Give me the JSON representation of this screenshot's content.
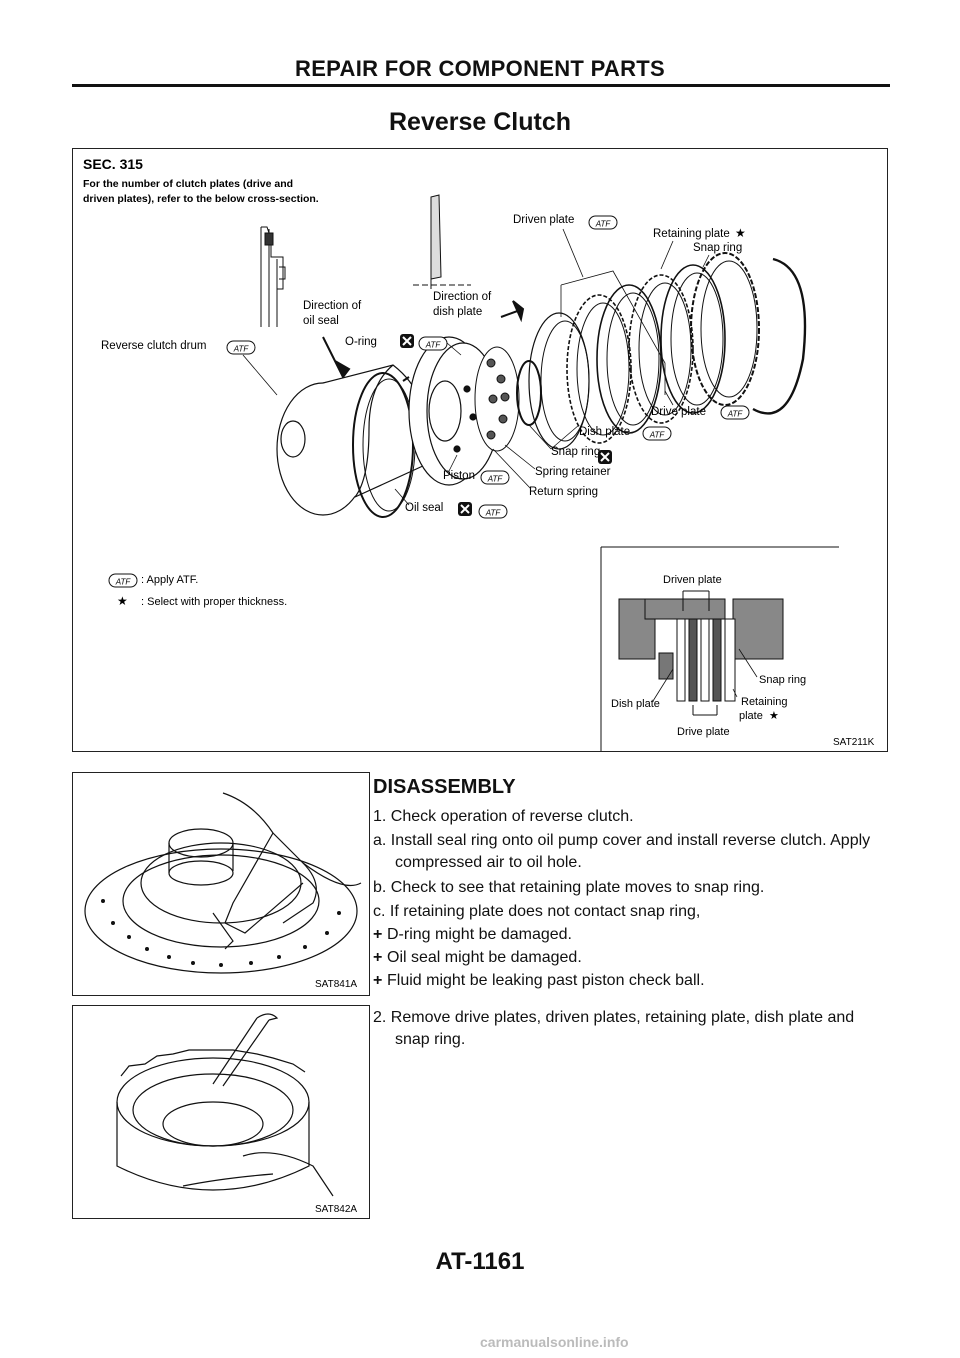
{
  "header": {
    "title": "REPAIR FOR COMPONENT PARTS"
  },
  "section": {
    "title": "Reverse Clutch"
  },
  "figure_main": {
    "sec": "SEC. 315",
    "note_line1": "For the number of clutch plates (drive and",
    "note_line2": "driven plates), refer to the below cross-section.",
    "labels": {
      "driven_plate": "Driven plate",
      "retaining_plate": "Retaining plate",
      "snap_ring_top": "Snap ring",
      "direction_oil_seal_1": "Direction of",
      "direction_oil_seal_2": "oil seal",
      "direction_dish_1": "Direction of",
      "direction_dish_2": "dish plate",
      "o_ring": "O-ring",
      "reverse_clutch_drum": "Reverse clutch drum",
      "drive_plate": "Drive plate",
      "dish_plate": "Dish plate",
      "snap_ring_mid": "Snap ring",
      "spring_retainer": "Spring retainer",
      "piston": "Piston",
      "return_spring": "Return spring",
      "oil_seal": "Oil seal",
      "atf": "ATF"
    },
    "legend": {
      "apply_atf": ": Apply ATF.",
      "select_thickness": ": Select with proper thickness."
    },
    "cross_section": {
      "driven_plate": "Driven plate",
      "snap_ring": "Snap ring",
      "dish_plate": "Dish plate",
      "retaining_1": "Retaining",
      "retaining_2": "plate",
      "drive_plate": "Drive plate"
    },
    "code": "SAT211K"
  },
  "figure_841": {
    "code": "SAT841A"
  },
  "figure_842": {
    "code": "SAT842A"
  },
  "disassembly": {
    "heading": "DISASSEMBLY",
    "step1": "1. Check operation of reverse clutch.",
    "step1a": "a. Install seal ring onto oil pump cover and install reverse clutch. Apply compressed air to oil hole.",
    "step1b": "b. Check to see that retaining plate moves to snap ring.",
    "step1c": "c. If retaining plate does not contact snap ring,",
    "bullets": [
      "D-ring might be damaged.",
      "Oil seal might be damaged.",
      "Fluid might be leaking past piston check ball."
    ],
    "step2": "2. Remove drive plates, driven plates, retaining plate, dish plate and snap ring."
  },
  "footer": {
    "page": "AT-1161"
  },
  "watermark": "carmanualsonline.info"
}
